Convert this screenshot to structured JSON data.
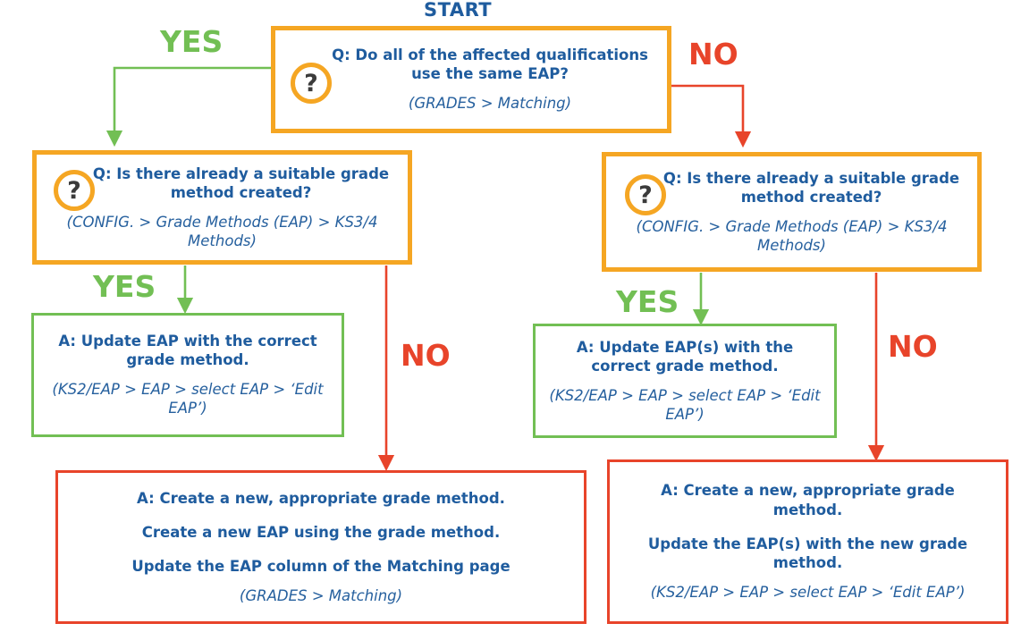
{
  "diagram": {
    "title_label": "START",
    "icons": {
      "question": "question-mark-icon",
      "glyph": "?"
    },
    "colors": {
      "question_box_border": "#F5A623",
      "yes_box_border": "#72BF54",
      "no_box_border": "#E8442A",
      "text_blue": "#1F5C9E",
      "yes_label": "#72BF54",
      "no_label": "#E8442A",
      "background": "#FFFFFF"
    },
    "edge_labels": {
      "start_yes": "YES",
      "start_no": "NO",
      "left_yes": "YES",
      "left_no": "NO",
      "right_yes": "YES",
      "right_no": "NO"
    },
    "nodes": {
      "start_question": {
        "kind": "question",
        "icon": "question-mark-icon",
        "headlines": [
          "Q: Do all of the affected qualifications use the same EAP?"
        ],
        "path_note": "(GRADES > Matching)"
      },
      "left_question": {
        "kind": "question",
        "icon": "question-mark-icon",
        "headlines": [
          "Q: Is there already a suitable grade method created?"
        ],
        "path_note": "(CONFIG. > Grade Methods (EAP) > KS3/4 Methods)"
      },
      "right_question": {
        "kind": "question",
        "icon": "question-mark-icon",
        "headlines": [
          "Q: Is there already a suitable grade method created?"
        ],
        "path_note": "(CONFIG. > Grade Methods (EAP) > KS3/4 Methods)"
      },
      "left_answer_yes": {
        "kind": "answer-yes",
        "headlines": [
          "A: Update EAP with the correct grade method."
        ],
        "path_note": "(KS2/EAP > EAP > select EAP > ‘Edit EAP’)"
      },
      "right_answer_yes": {
        "kind": "answer-yes",
        "headlines": [
          "A: Update EAP(s) with the correct grade method."
        ],
        "path_note": "(KS2/EAP > EAP > select EAP > ‘Edit EAP’)"
      },
      "left_answer_no": {
        "kind": "answer-no",
        "headlines": [
          "A: Create a new, appropriate grade method.",
          "Create a new EAP using the grade method.",
          "Update the EAP column of the Matching page"
        ],
        "path_note": "(GRADES > Matching)"
      },
      "right_answer_no": {
        "kind": "answer-no",
        "headlines": [
          "A: Create a new, appropriate grade method.",
          "Update the EAP(s) with the new grade method."
        ],
        "path_note": "(KS2/EAP > EAP > select EAP > ‘Edit EAP’)"
      }
    },
    "edges": [
      {
        "from": "start_question",
        "to": "left_question",
        "label": "YES",
        "color": "#72BF54"
      },
      {
        "from": "start_question",
        "to": "right_question",
        "label": "NO",
        "color": "#E8442A"
      },
      {
        "from": "left_question",
        "to": "left_answer_yes",
        "label": "YES",
        "color": "#72BF54"
      },
      {
        "from": "left_question",
        "to": "left_answer_no",
        "label": "NO",
        "color": "#E8442A"
      },
      {
        "from": "right_question",
        "to": "right_answer_yes",
        "label": "YES",
        "color": "#72BF54"
      },
      {
        "from": "right_question",
        "to": "right_answer_no",
        "label": "NO",
        "color": "#E8442A"
      }
    ]
  }
}
